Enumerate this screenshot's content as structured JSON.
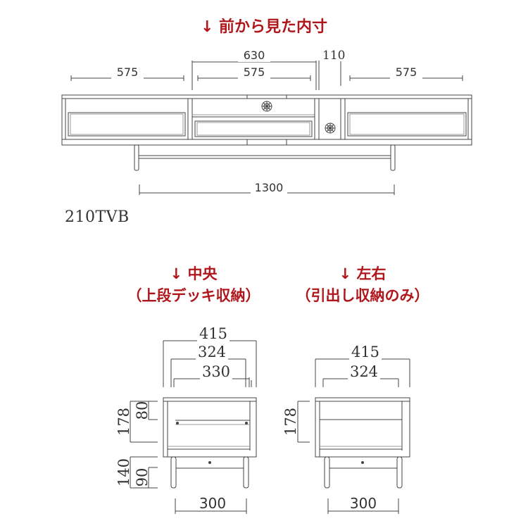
{
  "headings": {
    "front_view": "↓ 前から見た内寸",
    "center_title": "↓ 中央",
    "center_sub": "（上段デッキ収納）",
    "side_title": "↓ 左右",
    "side_sub": "（引出し収納のみ）"
  },
  "model_name": "210TVB",
  "front_dimensions": {
    "left_inner": "575",
    "center_outer": "630",
    "center_inner": "575",
    "divider": "110",
    "right_inner": "575",
    "leg_span": "1300"
  },
  "center_section": {
    "outer_width": "415",
    "inner_width": "324",
    "deck_width": "330",
    "body_height": "178",
    "deck_height": "80",
    "leg_height": "140",
    "clearance": "90",
    "leg_span": "300"
  },
  "side_section": {
    "outer_width": "415",
    "inner_width": "324",
    "body_height": "178",
    "leg_span": "300"
  },
  "colors": {
    "heading": "#b0171c",
    "line": "#444444"
  }
}
